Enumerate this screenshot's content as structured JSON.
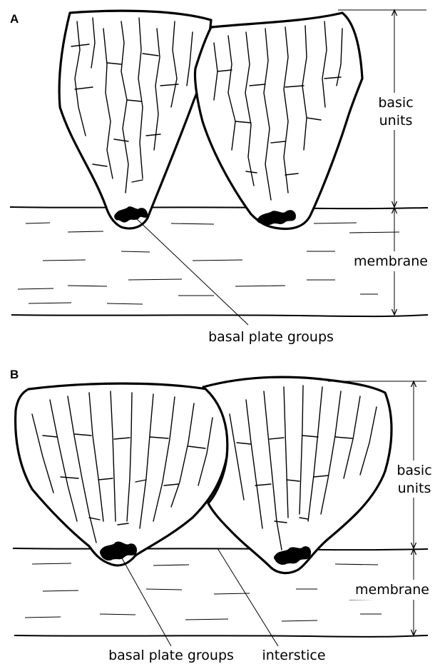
{
  "panels": [
    {
      "letter": "A",
      "labels": {
        "basic_units": [
          "basic",
          "units"
        ],
        "membrane": "membrane",
        "basal_plate_groups": "basal plate groups"
      }
    },
    {
      "letter": "B",
      "labels": {
        "basic_units": [
          "basic",
          "units"
        ],
        "membrane": "membrane",
        "basal_plate_groups": "basal plate groups",
        "interstice": "interstice"
      }
    }
  ]
}
